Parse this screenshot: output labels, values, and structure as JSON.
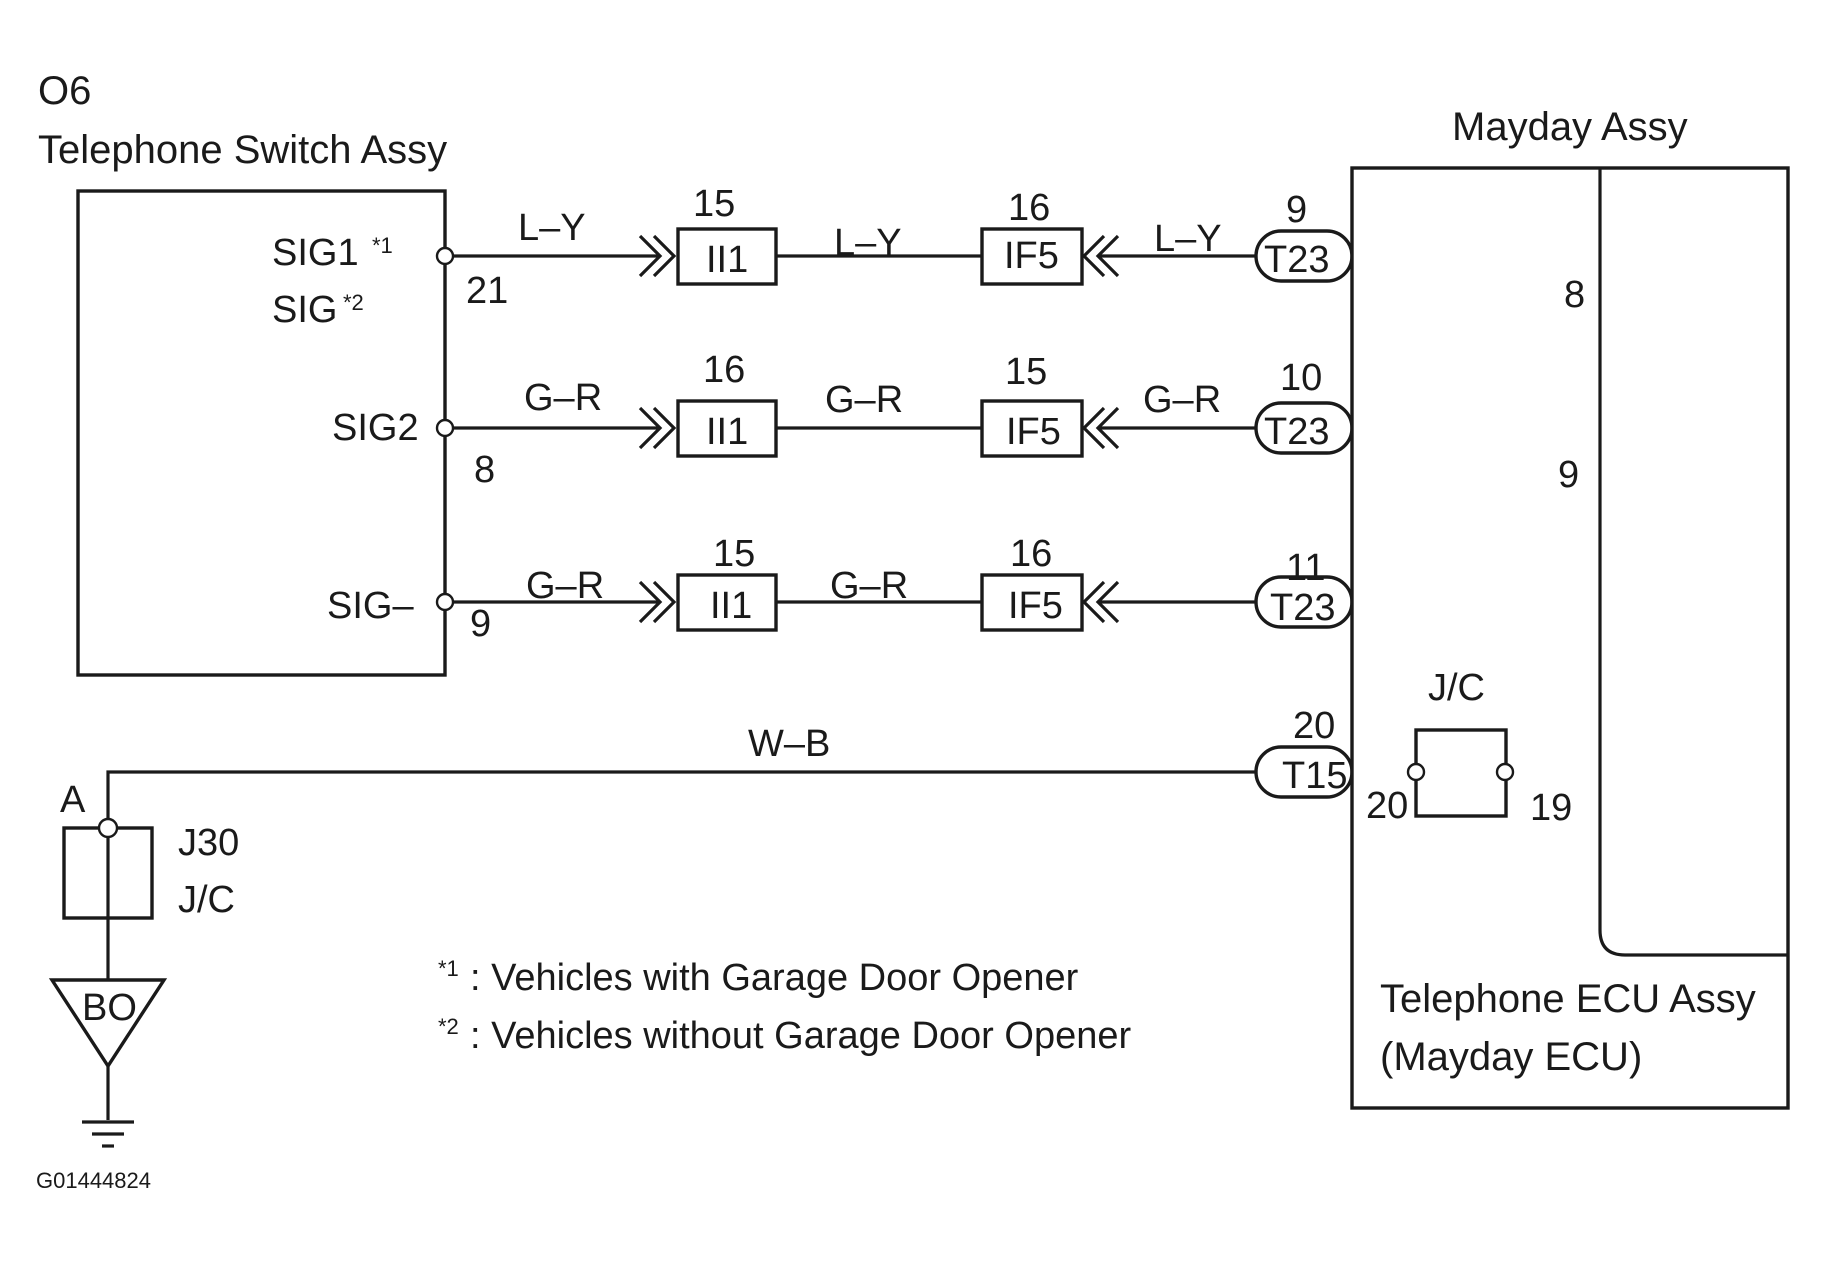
{
  "switch": {
    "code": "O6",
    "name": "Telephone Switch Assy",
    "pins": {
      "sig1": "SIG1",
      "sig1_mark": "*1",
      "sig": "SIG",
      "sig_mark": "*2",
      "sig2": "SIG2",
      "sigm": "SIG–"
    },
    "pin_numbers": {
      "sig1": "21",
      "sig2": "8",
      "sigm": "9"
    }
  },
  "mayday": {
    "title": "Mayday Assy",
    "ecu_name": "Telephone ECU Assy",
    "ecu_sub": "(Mayday ECU)",
    "pin_numbers": {
      "r1": "8",
      "r2": "9"
    },
    "jc": {
      "label": "J/C",
      "left_pin": "20",
      "right_pin": "19"
    }
  },
  "rows": [
    {
      "wire1": "L–Y",
      "c1_num": "15",
      "c1": "II1",
      "wire2": "L–Y",
      "c2_num": "16",
      "c2": "IF5",
      "wire3": "L–Y",
      "c3_num": "9",
      "c3": "T23"
    },
    {
      "wire1": "G–R",
      "c1_num": "16",
      "c1": "II1",
      "wire2": "G–R",
      "c2_num": "15",
      "c2": "IF5",
      "wire3": "G–R",
      "c3_num": "10",
      "c3": "T23"
    },
    {
      "wire1": "G–R",
      "c1_num": "15",
      "c1": "II1",
      "wire2": "G–R",
      "c2_num": "16",
      "c2": "IF5",
      "wire3": "",
      "c3_num": "11",
      "c3": "T23"
    }
  ],
  "ground_line": {
    "wire": "W–B",
    "point": "A",
    "conn_num": "20",
    "conn": "T15"
  },
  "jc_ground": {
    "code": "J30",
    "label": "J/C",
    "ground": "BO"
  },
  "notes": [
    {
      "mark": "*1",
      "text": ": Vehicles with Garage Door Opener"
    },
    {
      "mark": "*2",
      "text": ":  Vehicles without Garage Door Opener"
    }
  ],
  "figure_id": "G01444824"
}
